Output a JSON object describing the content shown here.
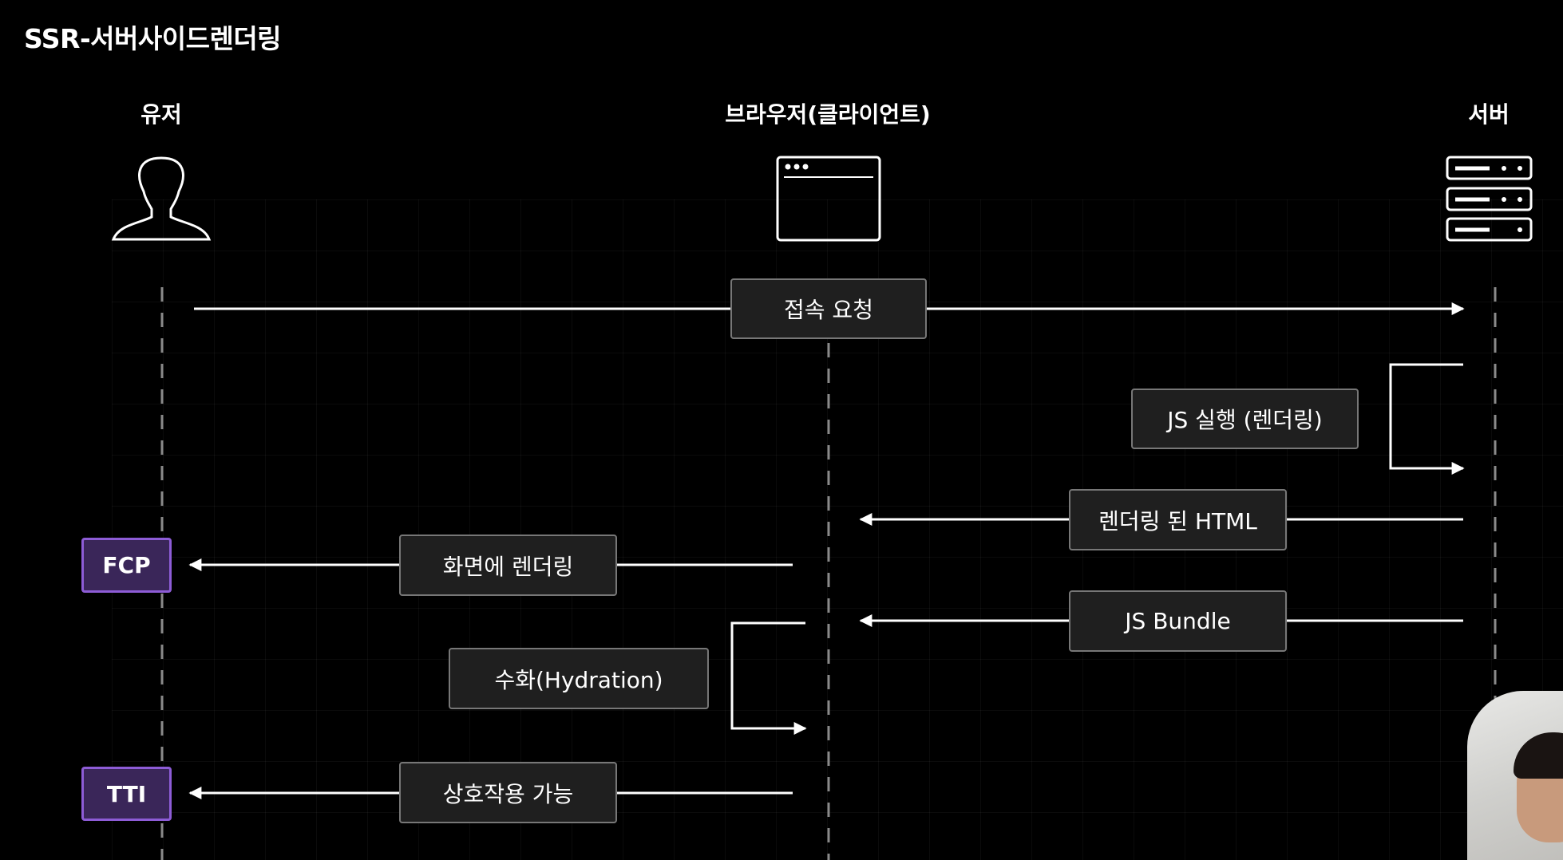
{
  "title": "SSR-서버사이드렌더링",
  "actors": {
    "user": {
      "label": "유저",
      "icon": "person-icon"
    },
    "browser": {
      "label": "브라우저(클라이언트)",
      "icon": "browser-window-icon"
    },
    "server": {
      "label": "서버",
      "icon": "server-rack-icon"
    }
  },
  "steps": {
    "connect_request": "접속 요청",
    "js_execute": "JS 실행 (렌더링)",
    "rendered_html": "렌더링 된 HTML",
    "screen_render": "화면에 렌더링",
    "js_bundle": "JS Bundle",
    "hydration": "수화(Hydration)",
    "interactive": "상호작용 가능"
  },
  "markers": {
    "fcp": "FCP",
    "tti": "TTI"
  },
  "colors": {
    "background": "#000000",
    "line": "#ffffff",
    "box_fill": "#1f1f1f",
    "box_border": "#777777",
    "marker_fill": "#3a2659",
    "marker_border": "#8d5cd6"
  }
}
